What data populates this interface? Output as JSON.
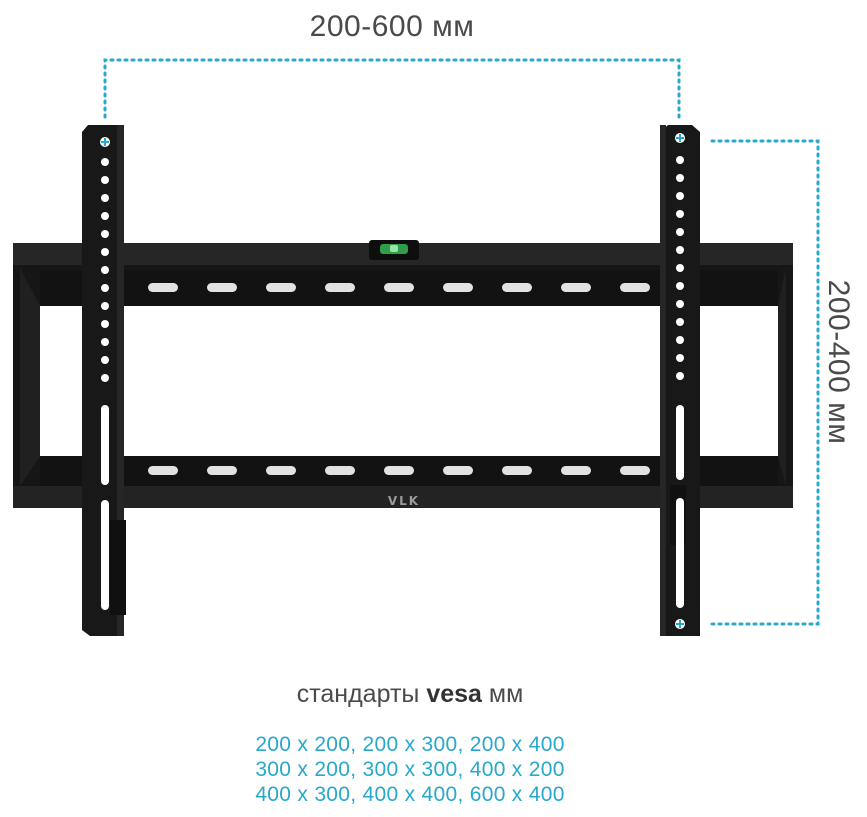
{
  "dimensions": {
    "width_label": "200-600 мм",
    "height_label": "200-400 мм"
  },
  "bracket": {
    "brand_logo": "VLK",
    "color": "#1c1c1c",
    "accent_color": "#27a8cc",
    "level_color": "#2e9e4a"
  },
  "vesa": {
    "title_prefix": "стандарты",
    "title_bold": "vesa",
    "title_suffix": "мм",
    "rows": [
      "200 x 200, 200 x 300, 200 x 400",
      "300 x 200, 300 x 300, 400 x 200",
      "400 x 300, 400 x 400, 600 x 400"
    ]
  }
}
